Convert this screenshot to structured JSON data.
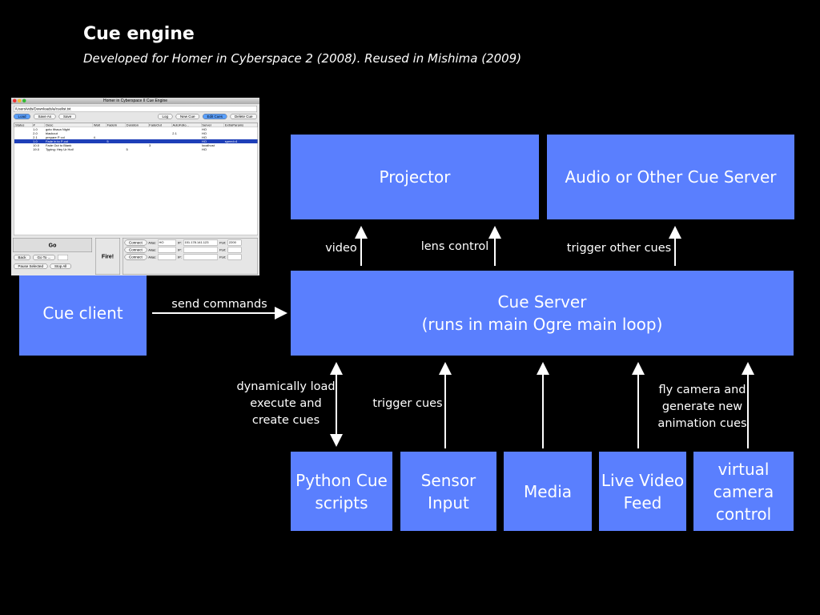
{
  "title": "Cue engine",
  "subtitle": "Developed for Homer in Cyberspace 2 (2008). Reused in Mishima (2009)",
  "box_color": "#5a7ffe",
  "boxes": {
    "projector": "Projector",
    "audio": "Audio or Other Cue Server",
    "cue_server": "Cue Server\n(runs in main Ogre main loop)",
    "cue_client": "Cue client",
    "python": "Python Cue\nscripts",
    "sensor": "Sensor\nInput",
    "media": "Media",
    "live_video": "Live Video\nFeed",
    "virtual_camera": "virtual\ncamera\ncontrol"
  },
  "edges": {
    "video": "video",
    "lens": "lens control",
    "trigger_other": "trigger other cues",
    "send": "send commands",
    "dynamic": "dynamically load\nexecute and\ncreate cues",
    "trigger": "trigger cues",
    "fly": "fly camera and\ngenerate new\nanimation cues"
  },
  "screenshot": {
    "window_title": "Homer in Cyberspace II Cue Engine",
    "path": "/Users/vids/Downloads/a/cuelist.txt",
    "buttons_left": [
      "Load",
      "Save As",
      "Save"
    ],
    "buttons_right": [
      "Log",
      "New Cue",
      "Edit Cues",
      "Delete Cue"
    ],
    "columns": [
      "Status",
      "#",
      "Desc",
      "Wait",
      "FadeIn",
      "Duration",
      "FadeOut",
      "AutoFollo...",
      "Server",
      "ExtraParams"
    ],
    "rows": [
      [
        "",
        "1.0",
        "goto Ithaca Night",
        "",
        "",
        "",
        "",
        "",
        "HO",
        ""
      ],
      [
        "",
        "2.0",
        "blackout",
        "",
        "",
        "",
        "",
        "2.1",
        "HO",
        ""
      ],
      [
        "",
        "2.1",
        "prepare P col",
        "4",
        "",
        "",
        "",
        "",
        "HO",
        ""
      ],
      [
        "",
        "1.0",
        "Fade in to P-col",
        "",
        "5",
        "",
        "",
        "",
        "HO",
        "speed=4"
      ],
      [
        "",
        "10.0",
        "Fade Out to Blank",
        "",
        "",
        "",
        "3",
        "",
        "localhost",
        ""
      ],
      [
        "",
        "19.0",
        "Typing: Hey Ur Hot!",
        "",
        "",
        "5",
        "",
        "",
        "HO",
        ""
      ]
    ],
    "go": "Go",
    "back": "Back",
    "goto": "Go To ...",
    "pause": "Pause Selected",
    "stop": "Stop All",
    "fire": "Fire!",
    "connect": "Connect",
    "alias_label": "Alias:",
    "ip_label": "IP:",
    "port_label": "Port:",
    "connections": [
      {
        "alias": "HO",
        "ip": "151.178.141.123",
        "port": "2200"
      },
      {
        "alias": "",
        "ip": "",
        "port": ""
      },
      {
        "alias": "",
        "ip": "",
        "port": ""
      }
    ]
  }
}
